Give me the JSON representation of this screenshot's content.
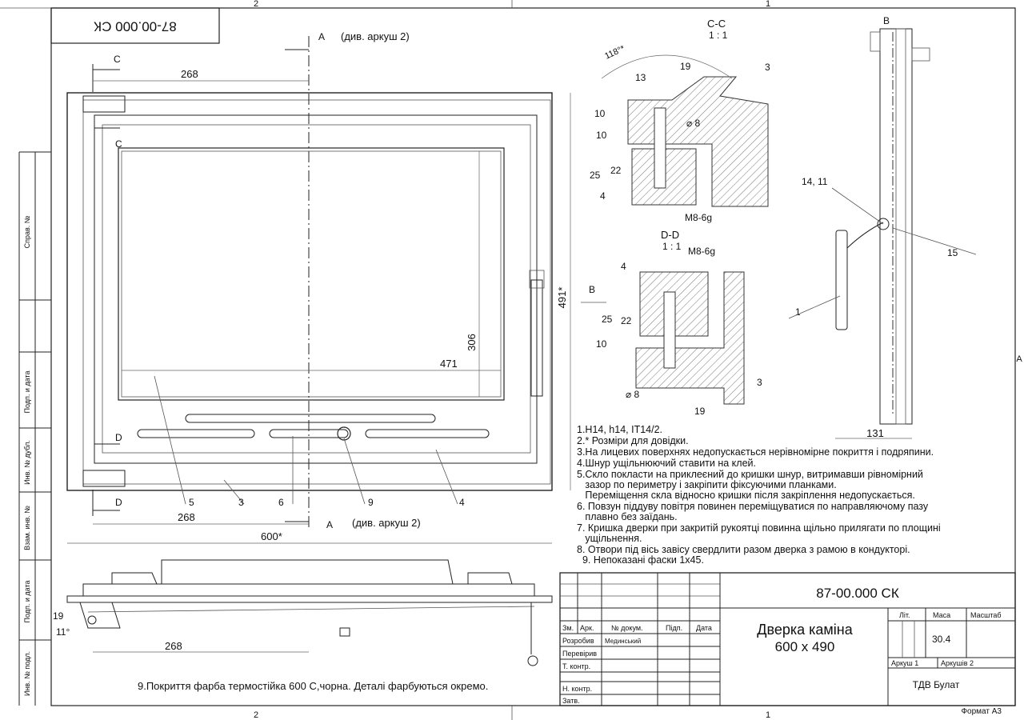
{
  "sheet": {
    "zone_top_left": "2",
    "zone_top_right": "1",
    "zone_bottom_left": "2",
    "zone_bottom_right": "1",
    "zone_right": "A",
    "code_rotated": "87-00.000 СК",
    "format": "Формат А3"
  },
  "left_strip": {
    "sprav_no": "Справ. №",
    "podp_data_1": "Подп. и дата",
    "inv_dubl": "Инв. № дубл.",
    "vzam_inv": "Взам. инв. №",
    "podp_data_2": "Подп. и дата",
    "inv_podl": "Инв. № подл."
  },
  "front_view": {
    "cut_a_top": "A",
    "cut_a_top_note": "(див. аркуш 2)",
    "cut_a_bottom": "A",
    "cut_a_bottom_note": "(див. аркуш 2)",
    "cut_c_left": "C",
    "cut_c_inner": "C",
    "cut_d_left": "D",
    "cut_d_lower": "D",
    "dim_268_top": "268",
    "dim_268_bottom": "268",
    "dim_600": "600*",
    "dim_491": "491*",
    "dim_306": "306",
    "dim_471": "471",
    "view_b": "B",
    "callout_5": "5",
    "callout_3": "3",
    "callout_6": "6",
    "callout_9": "9",
    "callout_4": "4"
  },
  "section_cc": {
    "title": "C-C",
    "scale": "1 : 1",
    "angle": "118°*",
    "d13": "13",
    "d19": "19",
    "d10a": "10",
    "d10b": "10",
    "d8": "⌀ 8",
    "d25": "25",
    "d22": "22",
    "part4": "4",
    "part3": "3",
    "thread": "M8-6g"
  },
  "section_dd": {
    "title": "D-D",
    "scale": "1 : 1",
    "thread": "M8-6g",
    "part4": "4",
    "d25": "25",
    "d22": "22",
    "d10": "10",
    "part3": "3",
    "d8": "⌀ 8",
    "d19": "19"
  },
  "side_view": {
    "title": "B",
    "callout_1411": "14, 11",
    "callout_15": "15",
    "callout_1": "1",
    "dim_131": "131"
  },
  "bottom_view": {
    "dim_19": "19",
    "dim_11": "11°",
    "dim_268": "268",
    "note9": "9.Покриття фарба термостійка 600 С,чорна. Деталі фарбуються окремо."
  },
  "notes": [
    "1.H14, h14, IT14/2.",
    "2.* Розміри для довідки.",
    "3.На лицевих поверхнях недопускається нерівномірне покриття і подряпини.",
    "4.Шнур ущільнюючий ставити на клей.",
    "5.Скло покласти на приклеєний до кришки шнур, витримавши рівномірний",
    "   зазор по периметру і закріпити фіксуючими планками.",
    "   Переміщення скла відносно кришки після закріплення недопускається.",
    "6. Повзун піддуву повітря повинен переміщуватися по направляючому пазу",
    "   плавно без заїдань.",
    "7. Кришка дверки при закритій рукоятці повинна щільно прилягати по площині",
    "   ущільнення.",
    "8. Отвори під вісь завісу свердлити разом дверка з рамою в кондукторі.",
    "  9. Непоказані фаски 1х45."
  ],
  "title_block": {
    "code": "87-00.000 СК",
    "name_line1": "Дверка каміна",
    "name_line2": "600 х 490",
    "col_zm": "Зм.",
    "col_ark": "Арк.",
    "col_doc": "№ докум.",
    "col_sign": "Підп.",
    "col_date": "Дата",
    "row_rozrobyv": "Розробив",
    "rozrobyv_name": "Мединський",
    "row_pereviryv": "Перевірив",
    "row_t_kontr": "Т. контр.",
    "row_n_kontr": "Н. контр.",
    "row_zatv": "Затв.",
    "lit": "Літ.",
    "masa": "Маса",
    "masshtab": "Масштаб",
    "masa_value": "30.4",
    "arkush": "Аркуш 1",
    "arkushiv": "Аркушів 2",
    "company": "ТДВ Булат"
  }
}
